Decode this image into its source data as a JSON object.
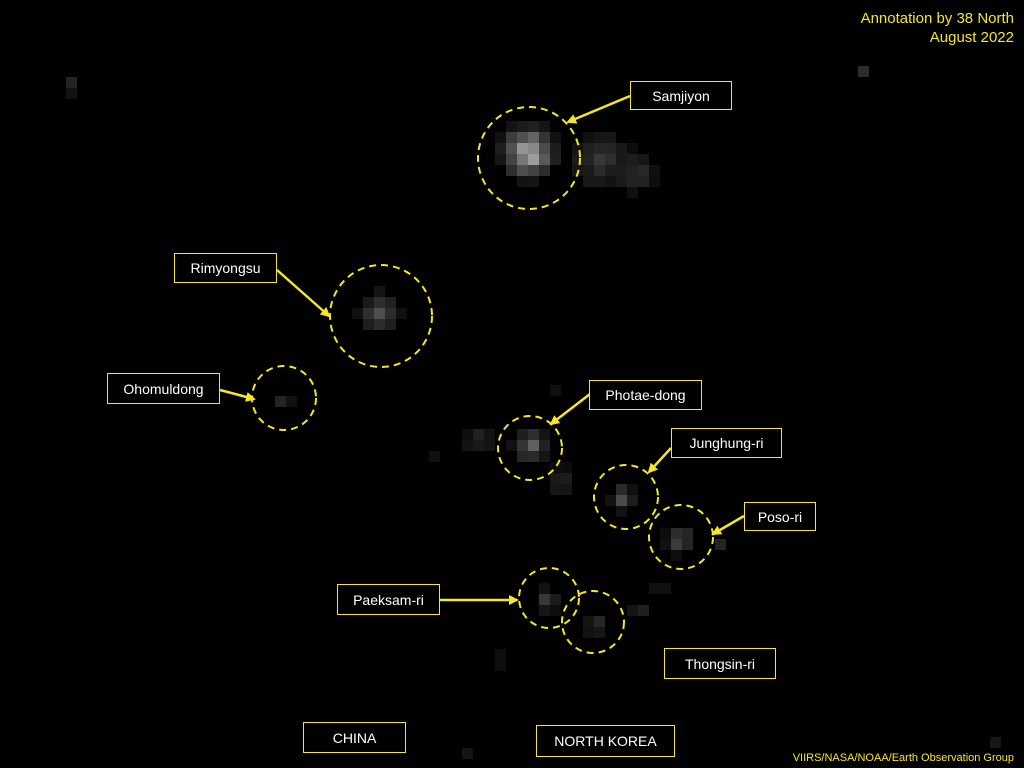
{
  "credit": {
    "line1": "Annotation by 38 North",
    "line2": "August 2022"
  },
  "source": "VIIRS/NASA/NOAA/Earth Observation Group",
  "colors": {
    "annotation": "#f5e62a",
    "label_text": "#ffffff",
    "background": "#000000"
  },
  "places": {
    "samjiyon": "Samjiyon",
    "rimyongsu": "Rimyongsu",
    "ohomuldong": "Ohomuldong",
    "photae_dong": "Photae-dong",
    "junghung_ri": "Junghung-ri",
    "poso_ri": "Poso-ri",
    "paeksam_ri": "Paeksam-ri",
    "thongsin_ri": "Thongsin-ri"
  },
  "regions": {
    "china": "CHINA",
    "north_korea": "NORTH KOREA"
  }
}
